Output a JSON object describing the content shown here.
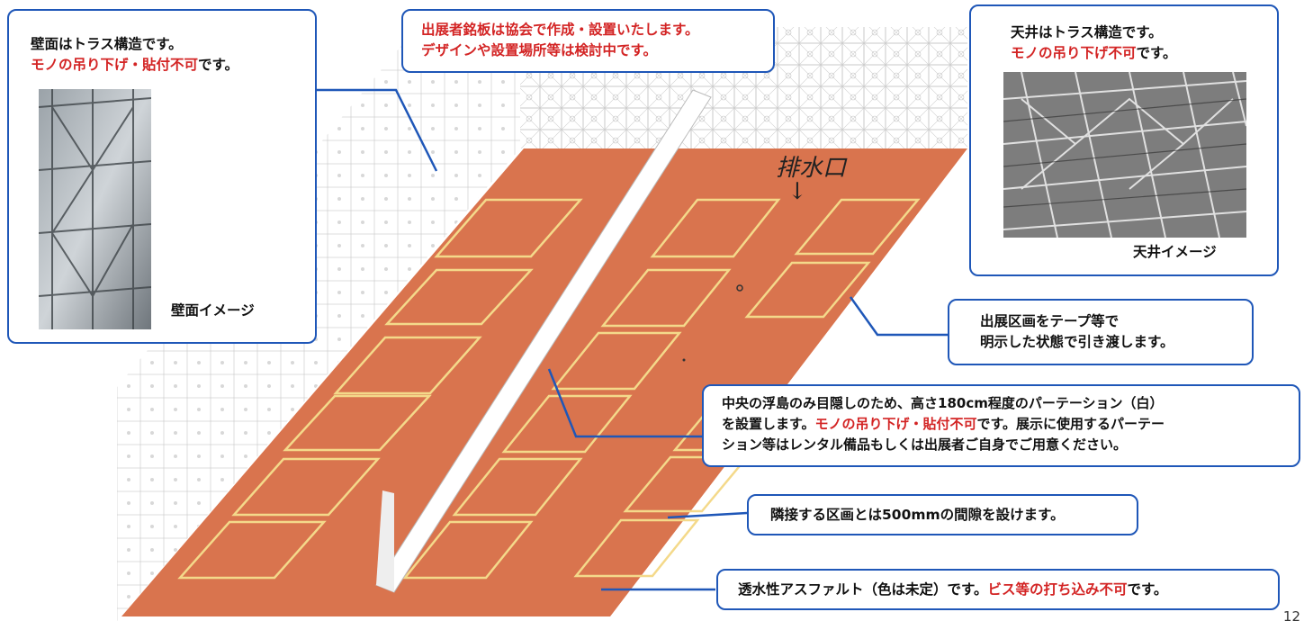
{
  "callouts": {
    "wall": {
      "line1": "壁面はトラス構造です。",
      "line2_red": "モノの吊り下げ・貼付不可",
      "line2_tail": "です。",
      "caption": "壁面イメージ"
    },
    "nameplate": {
      "line1": "出展者銘板は協会で作成・設置いたします。",
      "line2": "デザインや設置場所等は検討中です。"
    },
    "ceiling": {
      "line1": "天井はトラス構造です。",
      "line2_red": "モノの吊り下げ不可",
      "line2_tail": "です。",
      "caption": "天井イメージ"
    },
    "booth": {
      "line1": "出展区画をテープ等で",
      "line2": "明示した状態で引き渡します。"
    },
    "partition": {
      "line1": "中央の浮島のみ目隠しのため、高さ180cm程度のパーテーション（白）",
      "line2_head": "を設置します。",
      "line2_red": "モノの吊り下げ・貼付不可",
      "line2_tail": "です。展示に使用するパーテー",
      "line3": "ション等はレンタル備品もしくは出展者ご自身でご用意ください。"
    },
    "gap": {
      "text": "隣接する区画とは500mmの間隙を設けます。"
    },
    "asphalt": {
      "head": "透水性アスファルト（色は未定）です。",
      "red": "ビス等の打ち込み不可",
      "tail": "です。"
    }
  },
  "handwritten": {
    "note": "排水口",
    "arrow": "↓"
  },
  "page_number": "12",
  "colors": {
    "callout_border": "#1f57b8",
    "red_text": "#d32424",
    "floor": "#d9744e",
    "booth_tape": "#f4d98a",
    "partition": "#ffffff"
  }
}
